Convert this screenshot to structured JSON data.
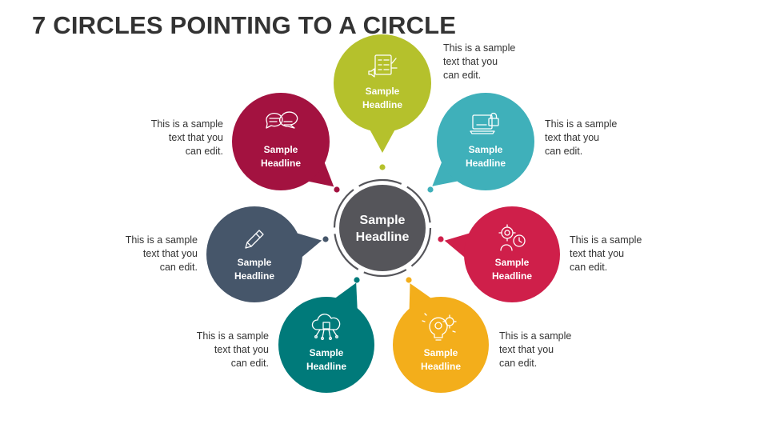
{
  "title": "7 CIRCLES POINTING TO A CIRCLE",
  "center": {
    "line1": "Sample",
    "line2": "Headline",
    "color": "#55555a"
  },
  "bubbles": [
    {
      "id": "top",
      "line1": "Sample",
      "line2": "Headline",
      "color": "#b5c12c",
      "icon": "presentation-speaker-icon",
      "text": "This is a sample\ntext that you\ncan edit."
    },
    {
      "id": "upper-right",
      "line1": "Sample",
      "line2": "Headline",
      "color": "#3fb0ba",
      "icon": "laptop-lock-icon",
      "text": "This is a sample\ntext that you\ncan edit."
    },
    {
      "id": "right",
      "line1": "Sample",
      "line2": "Headline",
      "color": "#cf1f4a",
      "icon": "gear-clock-user-icon",
      "text": "This is a sample\ntext that you\ncan edit."
    },
    {
      "id": "lower-right",
      "line1": "Sample",
      "line2": "Headline",
      "color": "#f3ae1b",
      "icon": "lightbulb-gear-icon",
      "text": "This is a sample\ntext that you\ncan edit."
    },
    {
      "id": "lower-left",
      "line1": "Sample",
      "line2": "Headline",
      "color": "#007a7a",
      "icon": "cloud-chip-icon",
      "text": "This is a sample\ntext that you\ncan edit."
    },
    {
      "id": "left",
      "line1": "Sample",
      "line2": "Headline",
      "color": "#46566a",
      "icon": "pencil-icon",
      "text": "This is a sample\ntext that you\ncan edit."
    },
    {
      "id": "upper-left",
      "line1": "Sample",
      "line2": "Headline",
      "color": "#a31240",
      "icon": "chat-bubbles-icon",
      "text": "This is a sample\ntext that you\ncan edit."
    }
  ]
}
